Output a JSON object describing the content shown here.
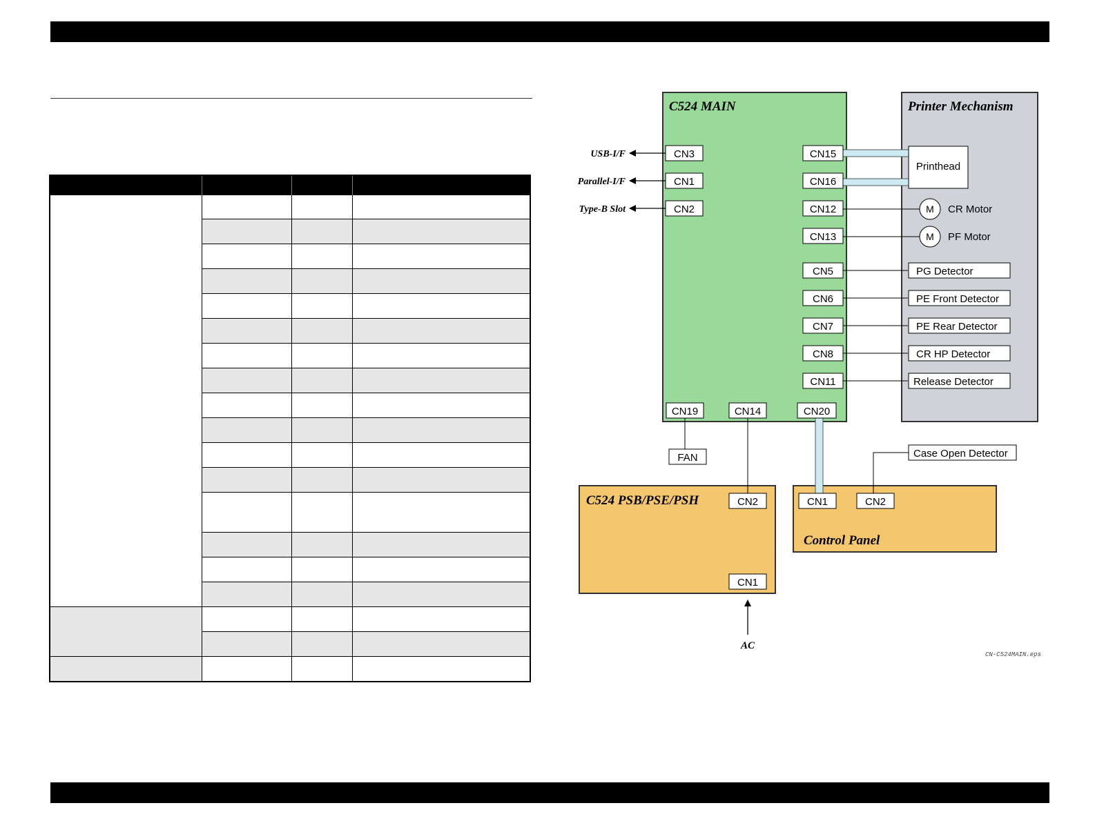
{
  "colors": {
    "main_board": "#99d99a",
    "mechanism": "#cfd3d9",
    "power_board": "#f4c76e",
    "control_panel": "#f4c76e",
    "ribbon_cable": "#cdeaf2",
    "header_bar": "#000000",
    "table_shade": "#e6e6e6"
  },
  "table": {
    "row_shading": [
      "white",
      "grey",
      "white",
      "grey",
      "white",
      "grey",
      "white",
      "grey",
      "white",
      "grey",
      "white",
      "grey",
      "white",
      "grey",
      "white",
      "grey",
      "white",
      "grey",
      "white"
    ]
  },
  "diagram": {
    "main_board": {
      "title": "C524 MAIN",
      "connectors": {
        "cn3": "CN3",
        "cn1": "CN1",
        "cn2": "CN2",
        "cn15": "CN15",
        "cn16": "CN16",
        "cn12": "CN12",
        "cn13": "CN13",
        "cn5": "CN5",
        "cn6": "CN6",
        "cn7": "CN7",
        "cn8": "CN8",
        "cn11": "CN11",
        "cn19": "CN19",
        "cn14": "CN14",
        "cn20": "CN20"
      }
    },
    "interfaces": {
      "usb": "USB-I/F",
      "parallel": "Parallel-I/F",
      "slot": "Type-B Slot"
    },
    "mechanism": {
      "title": "Printer Mechanism",
      "printhead": "Printhead",
      "motor_symbol": "M",
      "cr_motor": "CR Motor",
      "pf_motor": "PF Motor",
      "pg_detector": "PG Detector",
      "pe_front": "PE Front Detector",
      "pe_rear": "PE Rear Detector",
      "cr_hp": "CR HP Detector",
      "release": "Release Detector"
    },
    "fan": "FAN",
    "power_board": {
      "title": "C524 PSB/PSE/PSH",
      "cn2": "CN2",
      "cn1": "CN1"
    },
    "ac": "AC",
    "control_panel": {
      "title": "Control Panel",
      "cn1": "CN1",
      "cn2": "CN2",
      "case_open": "Case Open Detector"
    },
    "filename": "CN-C524MAIN.eps"
  }
}
